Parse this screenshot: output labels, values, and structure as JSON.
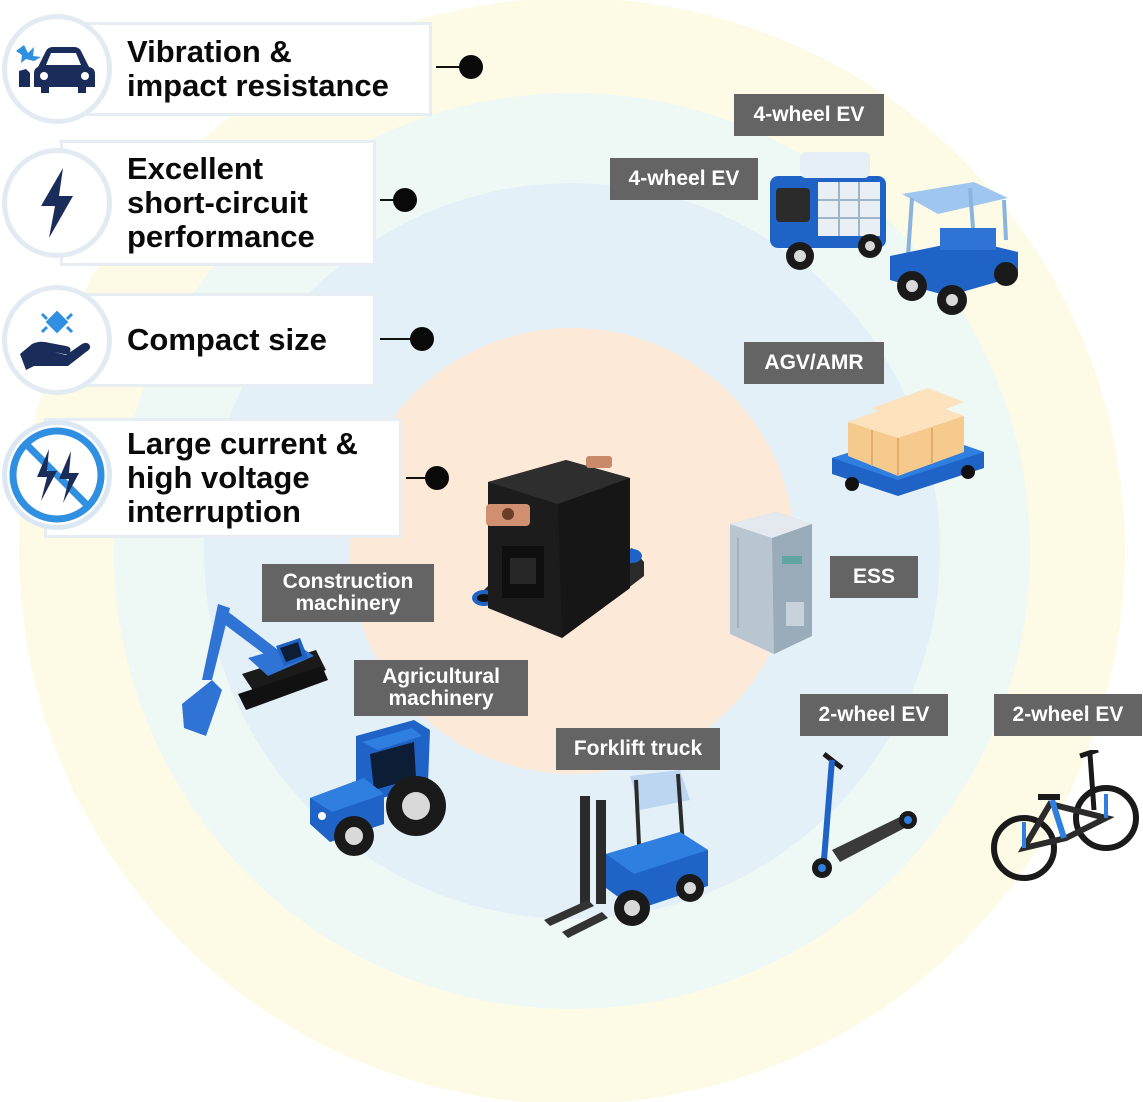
{
  "features": [
    {
      "lines": [
        "Vibration &",
        "impact resistance"
      ],
      "icon": "car-crash-icon"
    },
    {
      "lines": [
        "Excellent",
        "short-circuit",
        "performance"
      ],
      "icon": "lightning-bolt-icon"
    },
    {
      "lines": [
        "Compact size"
      ],
      "icon": "hand-holding-compact-icon"
    },
    {
      "lines": [
        "Large current &",
        "high voltage",
        "interruption"
      ],
      "icon": "no-lightning-icon"
    }
  ],
  "applications": {
    "ev4_a": "4-wheel EV",
    "ev4_b": "4-wheel EV",
    "agv": "AGV/AMR",
    "ess": "ESS",
    "construction": [
      "Construction",
      "machinery"
    ],
    "agricultural": [
      "Agricultural",
      "machinery"
    ],
    "forklift": "Forklift truck",
    "ev2_a": "2-wheel EV",
    "ev2_b": "2-wheel EV"
  },
  "colors": {
    "ring_outer": "#fdfbe6",
    "ring_second": "#eef8f4",
    "ring_third": "#e3f0f7",
    "ring_core": "#fde9d8",
    "accent_blue": "#1f63c6",
    "icon_navy": "#1a2d5a",
    "tag_gray": "#646464"
  }
}
